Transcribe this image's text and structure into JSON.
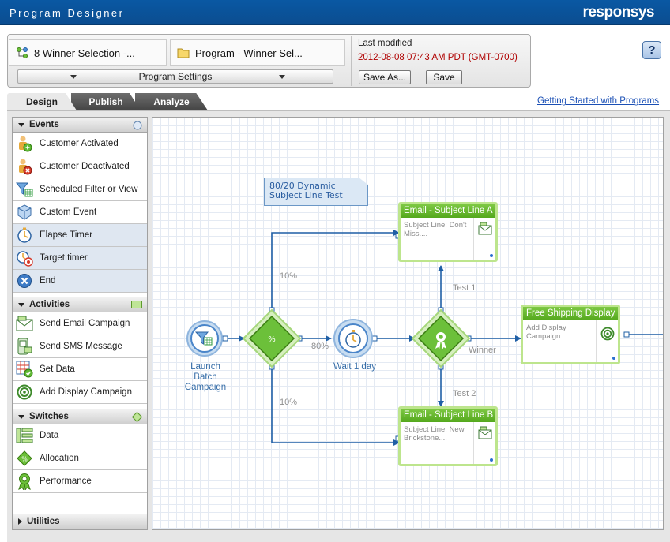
{
  "window": {
    "title": "Program Designer",
    "brand": "responsys"
  },
  "header": {
    "breadcrumb_program": "8 Winner Selection -...",
    "breadcrumb_folder": "Program - Winner Sel...",
    "settings_label": "Program Settings",
    "last_modified_label": "Last modified",
    "last_modified_value": "2012-08-08 07:43 AM PDT (GMT-0700)",
    "save_as_label": "Save As...",
    "save_label": "Save",
    "help_label": "?"
  },
  "tabs": [
    {
      "label": "Design"
    },
    {
      "label": "Publish"
    },
    {
      "label": "Analyze"
    }
  ],
  "help_link": "Getting Started with Programs",
  "palette": {
    "events": {
      "title": "Events",
      "items": [
        {
          "label": "Customer Activated",
          "icon": "customer-activated-icon"
        },
        {
          "label": "Customer Deactivated",
          "icon": "customer-deactivated-icon"
        },
        {
          "label": "Scheduled Filter or View",
          "icon": "filter-funnel-icon"
        },
        {
          "label": "Custom Event",
          "icon": "cube-icon"
        },
        {
          "label": "Elapse Timer",
          "icon": "stopwatch-icon"
        },
        {
          "label": "Target timer",
          "icon": "target-timer-icon"
        },
        {
          "label": "End",
          "icon": "end-x-icon"
        }
      ]
    },
    "activities": {
      "title": "Activities",
      "items": [
        {
          "label": "Send Email Campaign",
          "icon": "email-campaign-icon"
        },
        {
          "label": "Send SMS Message",
          "icon": "sms-phone-icon"
        },
        {
          "label": "Set Data",
          "icon": "set-data-icon"
        },
        {
          "label": "Add Display Campaign",
          "icon": "display-target-icon"
        }
      ]
    },
    "switches": {
      "title": "Switches",
      "items": [
        {
          "label": "Data",
          "icon": "data-switch-icon"
        },
        {
          "label": "Allocation",
          "icon": "allocation-icon"
        },
        {
          "label": "Performance",
          "icon": "performance-award-icon"
        }
      ]
    },
    "utilities": {
      "title": "Utilities"
    }
  },
  "canvas": {
    "note": "80/20 Dynamic Subject Line Test",
    "nodes": {
      "launch": "Launch Batch Campaign",
      "wait": "Wait 1 day"
    },
    "labels": {
      "p_top": "10%",
      "p_mid": "80%",
      "p_bot": "10%",
      "test1": "Test 1",
      "test2": "Test 2",
      "winner": "Winner"
    },
    "cards": {
      "email_a": {
        "title": "Email - Subject Line A",
        "body": "Subject Line: Don't Miss...."
      },
      "email_b": {
        "title": "Email - Subject Line B",
        "body": "Subject Line: New Brickstone...."
      },
      "display": {
        "title": "Free Shipping Display",
        "body": "Add Display Campaign"
      }
    }
  },
  "colors": {
    "brand_blue": "#0a58a3",
    "node_green": "#6cc03a",
    "link_blue": "#1f5fa6",
    "timestamp_red": "#b00000"
  }
}
